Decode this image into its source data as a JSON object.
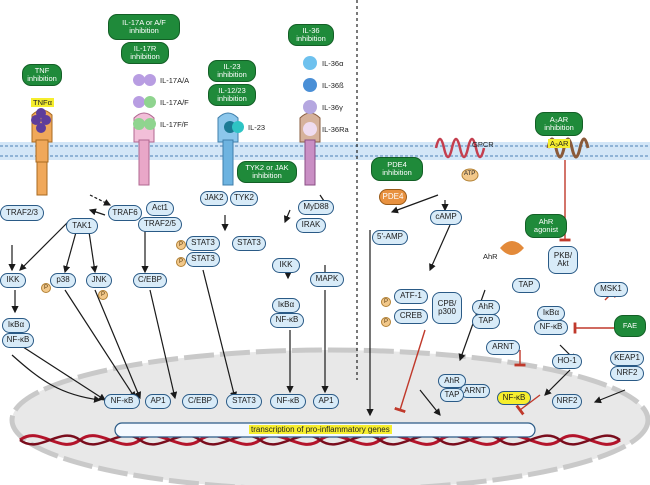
{
  "colors": {
    "node_fill": "#d8ebf8",
    "node_border": "#2a5a86",
    "inhibitor_fill": "#1f8a3a",
    "highlight": "#f6ee2e",
    "membrane": "#cfe2f3",
    "nucleus": "#e4e4e4",
    "inhibit_arrow": "#c0392b"
  },
  "inhibitors": {
    "tnf": "TNF inhibition",
    "il17": "IL-17A or A/F inhibition",
    "il17r": "IL-17R inhibition",
    "il23": "IL-23 inhibition",
    "il12_23": "IL-12/23 inhibition",
    "tyk2_jak": "TYK2 or JAK inhibition",
    "il36": "IL-36 inhibition",
    "pde4": "PDE4 inhibition",
    "ahr": "AhR agonist",
    "a3ar": "A₃AR inhibition",
    "fae": "FAE"
  },
  "ligands": {
    "tnfa": "TNFα",
    "il17aa": "IL-17A/A",
    "il17af": "IL-17A/F",
    "il17ff": "IL-17F/F",
    "il23": "IL-23",
    "il36a": "IL-36α",
    "il36b": "IL-36ß",
    "il36g": "IL-36γ",
    "il36ra": "IL-36Ra",
    "gpcr": "GPCR",
    "ahr": "AhR",
    "a3ar": "A₃AR",
    "atp": "ATP"
  },
  "nodes": {
    "traf23": "TRAF2/3",
    "tak1": "TAK1",
    "traf6": "TRAF6",
    "act1": "Act1",
    "traf25": "TRAF2/5",
    "jak2": "JAK2",
    "tyk2": "TYK2",
    "myd88": "MyD88",
    "irak": "IRAK",
    "ikk1": "IKK",
    "p38": "p38",
    "jnk": "JNK",
    "cebp": "C/EBP",
    "stat3a": "STAT3",
    "stat3b": "STAT3",
    "stat3c": "STAT3",
    "ikk2": "IKK",
    "mapk": "MAPK",
    "ikba1": "IκBα",
    "nfkb1": "NF-κB",
    "ikba2": "IκBα",
    "nfkb2": "NF-κB",
    "pde4": "PDE4",
    "camp": "cAMP",
    "amp5": "5'-AMP",
    "atf1": "ATF-1",
    "creb": "CREB",
    "cbp": "CPB/ p300",
    "ahr_c": "AhR",
    "tap_c": "TAP",
    "tap_free": "TAP",
    "arnt": "ARNT",
    "pkb": "PKB/ Akt",
    "msk1": "MSK1",
    "ikba3": "IκBα",
    "nfkb3": "NF-κB",
    "ho1": "HO-1",
    "keap1": "KEAP1",
    "nrf2a": "NRF2",
    "p": "P"
  },
  "nuclear": {
    "nfkb_a": "NF-κB",
    "ap1_a": "AP1",
    "cebp": "C/EBP",
    "stat3": "STAT3",
    "nfkb_b": "NF-κB",
    "ap1_b": "AP1",
    "ahr": "AhR",
    "arnt": "ARNT",
    "tap": "TAP",
    "nfkb_c": "NF-κB",
    "nrf2": "NRF2",
    "transcription": "transcription of pro-inflammatory genes"
  }
}
